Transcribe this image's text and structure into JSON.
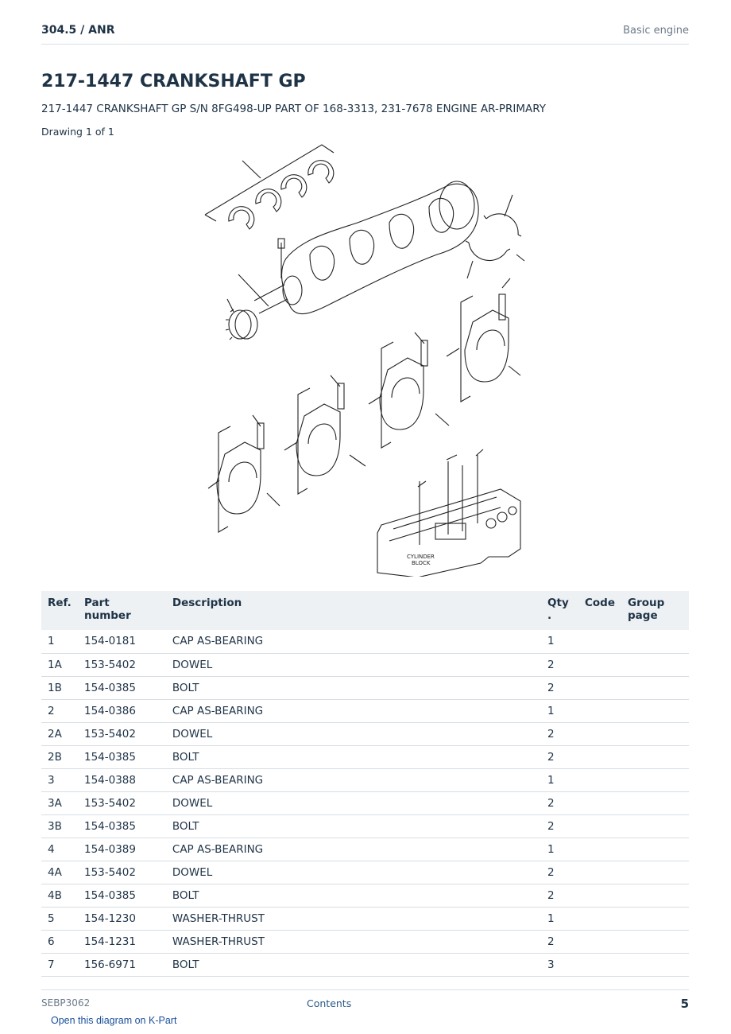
{
  "header": {
    "model": "304.5  /  ANR",
    "section": "Basic engine"
  },
  "title": "217-1447 CRANKSHAFT GP",
  "subtitle": "217-1447 CRANKSHAFT GP S/N 8FG498-UP PART OF 168-3313, 231-7678 ENGINE AR-PRIMARY",
  "drawing_label": "Drawing 1 of 1",
  "diagram": {
    "label_line1": "CYLINDER",
    "label_line2": "BLOCK"
  },
  "table": {
    "headers": {
      "ref": "Ref.",
      "part_number": "Part number",
      "description": "Description",
      "qty": "Qty .",
      "code": "Code",
      "group_page": "Group page"
    },
    "rows": [
      {
        "ref": "1",
        "part": "154-0181",
        "desc": "CAP AS-BEARING",
        "qty": "1",
        "code": "",
        "group": ""
      },
      {
        "ref": "1A",
        "part": "153-5402",
        "desc": "DOWEL",
        "qty": "2",
        "code": "",
        "group": ""
      },
      {
        "ref": "1B",
        "part": "154-0385",
        "desc": "BOLT",
        "qty": "2",
        "code": "",
        "group": ""
      },
      {
        "ref": "2",
        "part": "154-0386",
        "desc": "CAP AS-BEARING",
        "qty": "1",
        "code": "",
        "group": ""
      },
      {
        "ref": "2A",
        "part": "153-5402",
        "desc": "DOWEL",
        "qty": "2",
        "code": "",
        "group": ""
      },
      {
        "ref": "2B",
        "part": "154-0385",
        "desc": "BOLT",
        "qty": "2",
        "code": "",
        "group": ""
      },
      {
        "ref": "3",
        "part": "154-0388",
        "desc": "CAP AS-BEARING",
        "qty": "1",
        "code": "",
        "group": ""
      },
      {
        "ref": "3A",
        "part": "153-5402",
        "desc": "DOWEL",
        "qty": "2",
        "code": "",
        "group": ""
      },
      {
        "ref": "3B",
        "part": "154-0385",
        "desc": "BOLT",
        "qty": "2",
        "code": "",
        "group": ""
      },
      {
        "ref": "4",
        "part": "154-0389",
        "desc": "CAP AS-BEARING",
        "qty": "1",
        "code": "",
        "group": ""
      },
      {
        "ref": "4A",
        "part": "153-5402",
        "desc": "DOWEL",
        "qty": "2",
        "code": "",
        "group": ""
      },
      {
        "ref": "4B",
        "part": "154-0385",
        "desc": "BOLT",
        "qty": "2",
        "code": "",
        "group": ""
      },
      {
        "ref": "5",
        "part": "154-1230",
        "desc": "WASHER-THRUST",
        "qty": "1",
        "code": "",
        "group": ""
      },
      {
        "ref": "6",
        "part": "154-1231",
        "desc": "WASHER-THRUST",
        "qty": "2",
        "code": "",
        "group": ""
      },
      {
        "ref": "7",
        "part": "156-6971",
        "desc": "BOLT",
        "qty": "3",
        "code": "",
        "group": ""
      }
    ]
  },
  "footer": {
    "doc_id": "SEBP3062",
    "contents_link": "Contents",
    "page_number": "5"
  },
  "kpart_link": "Open this diagram on K-Part"
}
